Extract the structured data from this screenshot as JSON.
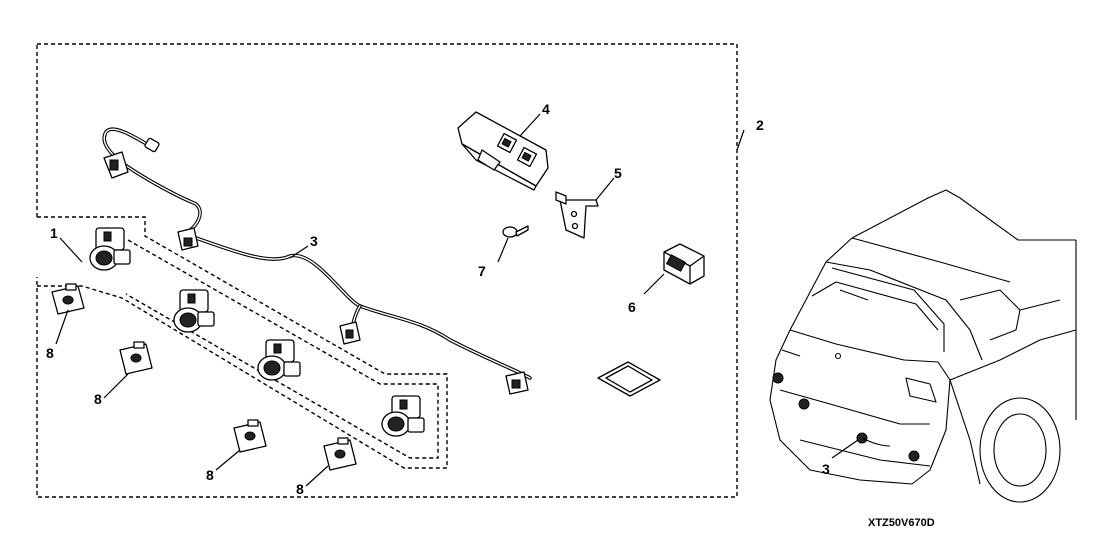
{
  "diagram": {
    "callouts": {
      "c1": "1",
      "c2": "2",
      "c3_harness": "3",
      "c3_vehicle": "3",
      "c4": "4",
      "c5": "5",
      "c6": "6",
      "c7": "7",
      "c8_a": "8",
      "c8_b": "8",
      "c8_c": "8",
      "c8_d": "8"
    },
    "figure_code": "XTZ50V670D"
  }
}
